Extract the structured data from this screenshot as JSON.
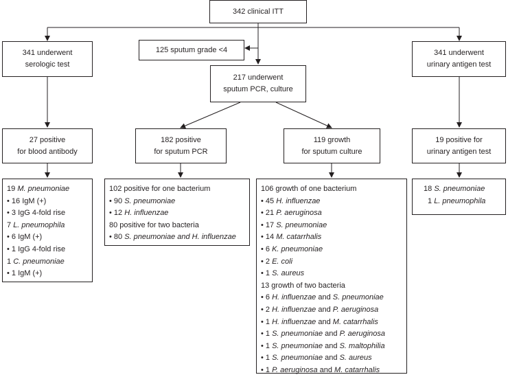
{
  "top": {
    "label": "342 clinical ITT"
  },
  "excluded": {
    "label": "125 sputum grade <4"
  },
  "serologic": {
    "line1": "341 underwent",
    "line2": "serologic test"
  },
  "sputum": {
    "line1": "217 underwent",
    "line2": "sputum PCR, culture"
  },
  "urinary": {
    "line1": "341 underwent",
    "line2": "urinary antigen test"
  },
  "blood_pos": {
    "line1": "27 positive",
    "line2": "for blood antibody"
  },
  "pcr_pos": {
    "line1": "182 positive",
    "line2": "for sputum PCR"
  },
  "culture_pos": {
    "line1": "119 growth",
    "line2": "for sputum culture"
  },
  "urinary_pos": {
    "line1": "19 positive for",
    "line2": "urinary antigen test"
  },
  "blood_detail": [
    {
      "n": "19",
      "org": "M. pneumoniae"
    },
    "• 16 IgM (+)",
    "• 3 IgG 4-fold rise",
    {
      "n": "7",
      "org": "L. pneumophila"
    },
    "• 6 IgM (+)",
    "• 1 IgG 4-fold rise",
    {
      "n": "1",
      "org": "C. pneumoniae"
    },
    "• 1 IgM (+)"
  ],
  "pcr_detail": {
    "h1": "102 positive for one bacterium",
    "l1": {
      "b": "• 90",
      "org": "S. pneumoniae"
    },
    "l2": {
      "b": "• 12",
      "org": "H. influenzae"
    },
    "h2": "80 positive for two bacteria",
    "l3": {
      "b": "• 80",
      "org": "S. pneumoniae and H. influenzae"
    }
  },
  "culture_detail": {
    "h1": "106 growth of one bacterium",
    "one": [
      {
        "b": "• 45",
        "org": "H. influenzae"
      },
      {
        "b": "• 21",
        "org": "P. aeruginosa"
      },
      {
        "b": "• 17",
        "org": "S. pneumoniae"
      },
      {
        "b": "• 14",
        "org": "M. catarrhalis"
      },
      {
        "b": "• 6",
        "org": "K. pneumoniae"
      },
      {
        "b": "• 2",
        "org": "E. coli"
      },
      {
        "b": "• 1",
        "org": "S. aureus"
      }
    ],
    "h2": "13 growth of two bacteria",
    "two": [
      {
        "b": "• 6",
        "a": "H. influenzae",
        "c": "S. pneumoniae"
      },
      {
        "b": "• 2",
        "a": "H. influenzae",
        "c": "P. aeruginosa"
      },
      {
        "b": "• 1",
        "a": "H. influenzae",
        "c": "M. catarrhalis"
      },
      {
        "b": "• 1",
        "a": "S. pneumoniae",
        "c": "P. aeruginosa"
      },
      {
        "b": "• 1",
        "a": "S. pneumoniae",
        "c": "S. maltophilia"
      },
      {
        "b": "• 1",
        "a": "S. pneumoniae",
        "c": "S. aureus"
      },
      {
        "b": "• 1",
        "a": "P. aeruginosa",
        "c": "M. catarrhalis"
      }
    ],
    "and": "and"
  },
  "urinary_detail": [
    {
      "n": "18",
      "org": "S. pneumoniae"
    },
    {
      "n": "1",
      "org": "L. pneumophila"
    }
  ]
}
